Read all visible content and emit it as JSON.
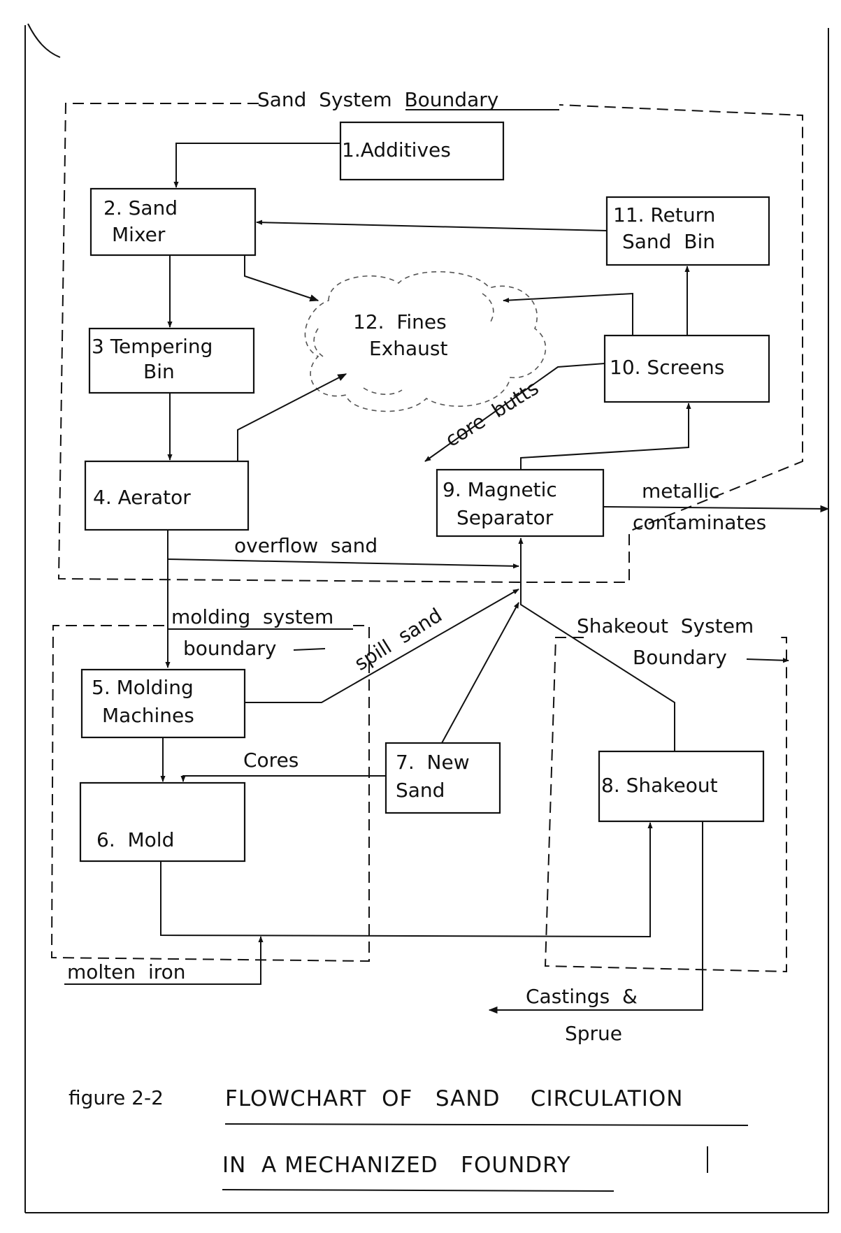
{
  "boundaries": {
    "sand": "Sand  System  Boundary",
    "molding_1": "molding  system",
    "molding_2": "boundary",
    "shakeout_1": "Shakeout  System",
    "shakeout_2": "Boundary"
  },
  "nodes": {
    "additives": "1.Additives",
    "sand_mixer_1": "2. Sand",
    "sand_mixer_2": "Mixer",
    "tempering_1": "3 Tempering",
    "tempering_2": "Bin",
    "aerator": "4. Aerator",
    "molding_1": "5. Molding",
    "molding_2": "Machines",
    "mold": "6.  Mold",
    "new_sand_1": "7.  New",
    "new_sand_2": "Sand",
    "shakeout": "8. Shakeout",
    "magnetic_1": "9. Magnetic",
    "magnetic_2": "Separator",
    "screens": "10. Screens",
    "return_1": "11. Return",
    "return_2": "Sand  Bin",
    "fines_1": "12.  Fines",
    "fines_2": "Exhaust"
  },
  "flow_labels": {
    "core_butts": "core  butts",
    "overflow_sand": "overflow  sand",
    "spill_sand": "spill  sand",
    "cores": "Cores",
    "metallic_1": "metallic",
    "metallic_2": "contaminates",
    "molten_iron": "molten  iron",
    "castings_1": "Castings  &",
    "castings_2": "Sprue"
  },
  "caption": {
    "figure": "figure 2-2",
    "title_1": "FLOWCHART  OF   SAND    CIRCULATION",
    "title_2": "IN  A MECHANIZED   FOUNDRY"
  }
}
